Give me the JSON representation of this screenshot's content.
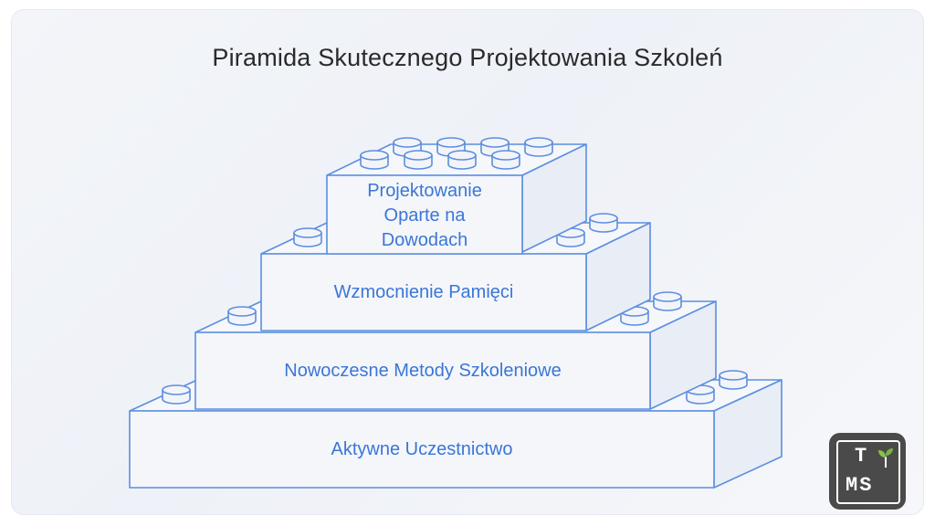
{
  "diagram": {
    "title": "Piramida Skutecznego Projektowania Szkoleń",
    "levels": [
      {
        "label": "Aktywne Uczestnictwo"
      },
      {
        "label": "Nowoczesne Metody Szkoleniowe"
      },
      {
        "label": "Wzmocnienie Pamięci"
      },
      {
        "label_lines": [
          "Projektowanie",
          "Oparte na",
          "Dowodach"
        ]
      }
    ],
    "colors": {
      "line": "#5b8ee0",
      "text": "#3b76d6"
    }
  },
  "logo": {
    "top": "T",
    "bottom": "MS",
    "icon": "sprout-icon"
  }
}
